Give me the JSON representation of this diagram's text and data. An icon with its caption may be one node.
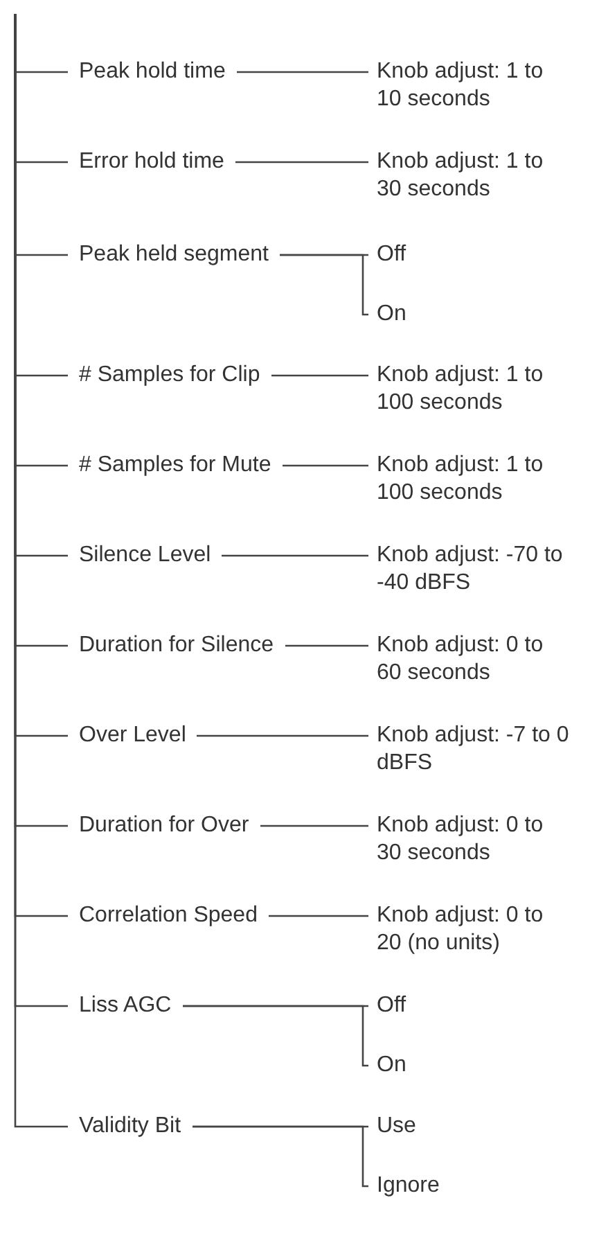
{
  "diagram": {
    "nodes": [
      {
        "text": [
          "Peak hold time"
        ]
      },
      {
        "text": [
          "Knob adjust: 1 to 10 seconds"
        ]
      },
      {
        "text": [
          "Error hold time"
        ]
      },
      {
        "text": [
          "Knob adjust: 1 to 30 seconds"
        ]
      },
      {
        "text": [
          "Peak held segment"
        ]
      },
      {
        "text": [
          "Off"
        ]
      },
      {
        "text": [
          "On"
        ]
      },
      {
        "text": [
          "# Samples for Clip"
        ]
      },
      {
        "text": [
          "Knob adjust: 1 to 100 seconds"
        ]
      },
      {
        "text": [
          "# Samples for Mute"
        ]
      },
      {
        "text": [
          "Knob adjust: 1 to 100 seconds"
        ]
      },
      {
        "text": [
          "Silence Level"
        ]
      },
      {
        "text": [
          "Knob adjust: -70 to -40 dBFS"
        ]
      },
      {
        "text": [
          "Duration for Silence"
        ]
      },
      {
        "text": [
          "Knob adjust: 0 to 60 seconds"
        ]
      },
      {
        "text": [
          "Over Level"
        ]
      },
      {
        "text": [
          "Knob adjust: -7 to 0 dBFS"
        ]
      },
      {
        "text": [
          "Duration for Over"
        ]
      },
      {
        "text": [
          "Knob adjust: 0 to 30 seconds"
        ]
      },
      {
        "text": [
          "Correlation Speed"
        ]
      },
      {
        "text": [
          "Knob adjust: 0 to 20 (no units)"
        ]
      },
      {
        "text": [
          "Liss AGC"
        ]
      },
      {
        "text": [
          "Off"
        ]
      },
      {
        "text": [
          "On"
        ]
      },
      {
        "text": [
          "Validity Bit"
        ]
      },
      {
        "text": [
          "Use"
        ]
      },
      {
        "text": [
          "Ignore"
        ]
      }
    ],
    "edges": [
      {
        "from": null,
        "to": 0,
        "arrow": "none"
      },
      {
        "from": 0,
        "to": 1,
        "arrow": "none"
      },
      {
        "from": null,
        "to": 2,
        "arrow": "none"
      },
      {
        "from": 2,
        "to": 3,
        "arrow": "none"
      },
      {
        "from": null,
        "to": 4,
        "arrow": "none"
      },
      {
        "from": 4,
        "to": 5,
        "arrow": "none"
      },
      {
        "from": 4,
        "to": 6,
        "arrow": "none"
      },
      {
        "from": null,
        "to": 7,
        "arrow": "none"
      },
      {
        "from": 7,
        "to": 8,
        "arrow": "none"
      },
      {
        "from": null,
        "to": 9,
        "arrow": "none"
      },
      {
        "from": 9,
        "to": 10,
        "arrow": "none"
      },
      {
        "from": null,
        "to": 11,
        "arrow": "none"
      },
      {
        "from": 11,
        "to": 12,
        "arrow": "none"
      },
      {
        "from": null,
        "to": 13,
        "arrow": "none"
      },
      {
        "from": 13,
        "to": 14,
        "arrow": "none"
      },
      {
        "from": null,
        "to": 15,
        "arrow": "none"
      },
      {
        "from": 15,
        "to": 16,
        "arrow": "none"
      },
      {
        "from": null,
        "to": 17,
        "arrow": "none"
      },
      {
        "from": 17,
        "to": 18,
        "arrow": "none"
      },
      {
        "from": null,
        "to": 19,
        "arrow": "none"
      },
      {
        "from": 19,
        "to": 20,
        "arrow": "none"
      },
      {
        "from": null,
        "to": 21,
        "arrow": "none"
      },
      {
        "from": 21,
        "to": 22,
        "arrow": "none"
      },
      {
        "from": 21,
        "to": 23,
        "arrow": "none"
      },
      {
        "from": null,
        "to": 24,
        "arrow": "none"
      },
      {
        "from": 24,
        "to": 25,
        "arrow": "none"
      },
      {
        "from": 24,
        "to": 26,
        "arrow": "none"
      }
    ]
  }
}
